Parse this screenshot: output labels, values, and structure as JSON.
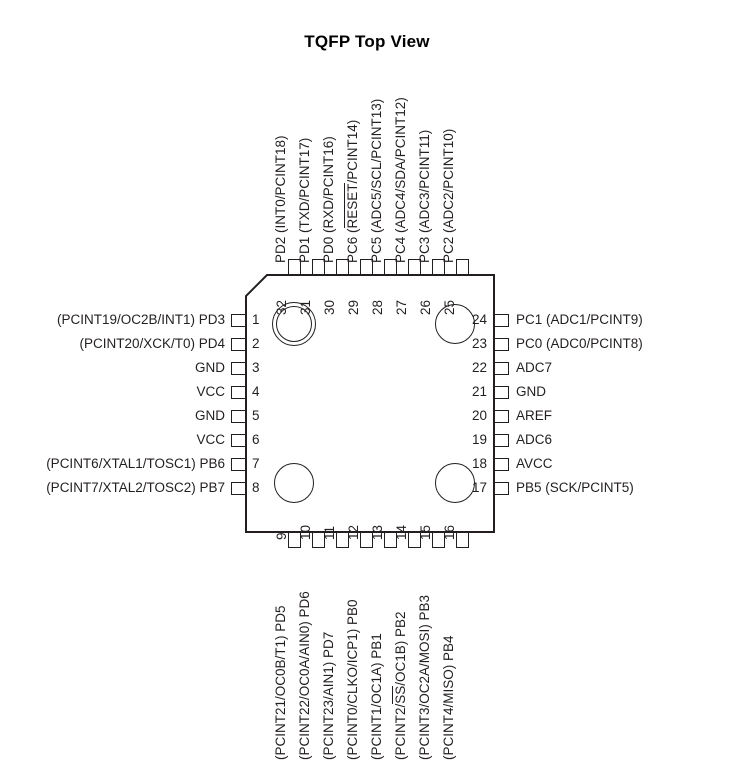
{
  "title": "TQFP Top View",
  "package": {
    "type": "TQFP",
    "view": "Top View",
    "pin_count": 32,
    "pin1_marker": "double-circle-top-left",
    "corner_chamfer": "top-left"
  },
  "colors": {
    "outline": "#231f20",
    "background": "#ffffff",
    "text": "#000000"
  },
  "pins": {
    "left": [
      {
        "number": "1",
        "label": "(PCINT19/OC2B/INT1) PD3"
      },
      {
        "number": "2",
        "label": "(PCINT20/XCK/T0) PD4"
      },
      {
        "number": "3",
        "label": "GND"
      },
      {
        "number": "4",
        "label": "VCC"
      },
      {
        "number": "5",
        "label": "GND"
      },
      {
        "number": "6",
        "label": "VCC"
      },
      {
        "number": "7",
        "label": "(PCINT6/XTAL1/TOSC1) PB6"
      },
      {
        "number": "8",
        "label": "(PCINT7/XTAL2/TOSC2) PB7"
      }
    ],
    "bottom": [
      {
        "number": "9",
        "label": "(PCINT21/OC0B/T1) PD5"
      },
      {
        "number": "10",
        "label": "(PCINT22/OC0A/AIN0) PD6"
      },
      {
        "number": "11",
        "label": "(PCINT23/AIN1) PD7"
      },
      {
        "number": "12",
        "label": "(PCINT0/CLKO/ICP1) PB0"
      },
      {
        "number": "13",
        "label": "(PCINT1/OC1A) PB1"
      },
      {
        "number": "14",
        "label": "(PCINT2/SS/OC1B) PB2",
        "overline": "SS"
      },
      {
        "number": "15",
        "label": "(PCINT3/OC2A/MOSI) PB3"
      },
      {
        "number": "16",
        "label": "(PCINT4/MISO) PB4"
      }
    ],
    "right": [
      {
        "number": "24",
        "label": "PC1 (ADC1/PCINT9)"
      },
      {
        "number": "23",
        "label": "PC0 (ADC0/PCINT8)"
      },
      {
        "number": "22",
        "label": "ADC7"
      },
      {
        "number": "21",
        "label": "GND"
      },
      {
        "number": "20",
        "label": "AREF"
      },
      {
        "number": "19",
        "label": "ADC6"
      },
      {
        "number": "18",
        "label": "AVCC"
      },
      {
        "number": "17",
        "label": "PB5 (SCK/PCINT5)"
      }
    ],
    "top": [
      {
        "number": "32",
        "label": "PD2 (INT0/PCINT18)"
      },
      {
        "number": "31",
        "label": "PD1 (TXD/PCINT17)"
      },
      {
        "number": "30",
        "label": "PD0 (RXD/PCINT16)"
      },
      {
        "number": "29",
        "label": "PC6 (RESET/PCINT14)",
        "overline": "RESET"
      },
      {
        "number": "28",
        "label": "PC5 (ADC5/SCL/PCINT13)"
      },
      {
        "number": "27",
        "label": "PC4 (ADC4/SDA/PCINT12)"
      },
      {
        "number": "26",
        "label": "PC3 (ADC3/PCINT11)"
      },
      {
        "number": "25",
        "label": "PC2 (ADC2/PCINT10)"
      }
    ]
  }
}
